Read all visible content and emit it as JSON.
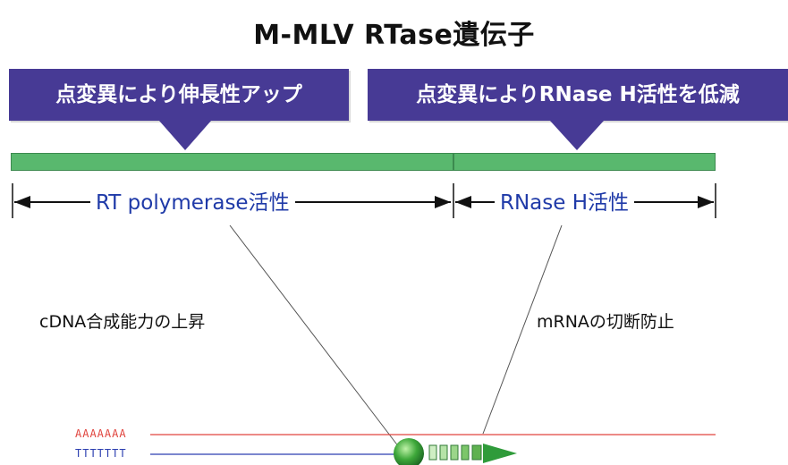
{
  "title": "M-MLV RTase遺伝子",
  "banners": {
    "left": "点変異により伸長性アップ",
    "right": "点変異によりRNase H活性を低減"
  },
  "domains": {
    "polymerase": "RT polymerase活性",
    "rnase": "RNase H活性"
  },
  "effects": {
    "left": "cDNA合成能力の上昇",
    "right": "mRNAの切断防止"
  },
  "strands": {
    "rna": "AAAAAAA",
    "dna": "TTTTTTT"
  },
  "colors": {
    "banner": "#473a95",
    "gene_bar": "#59b86e",
    "domain_text": "#1f3aa8",
    "rna_strand": "#e0443e",
    "dna_strand": "#2c3fb0",
    "enzyme": "#2f9b3a"
  }
}
